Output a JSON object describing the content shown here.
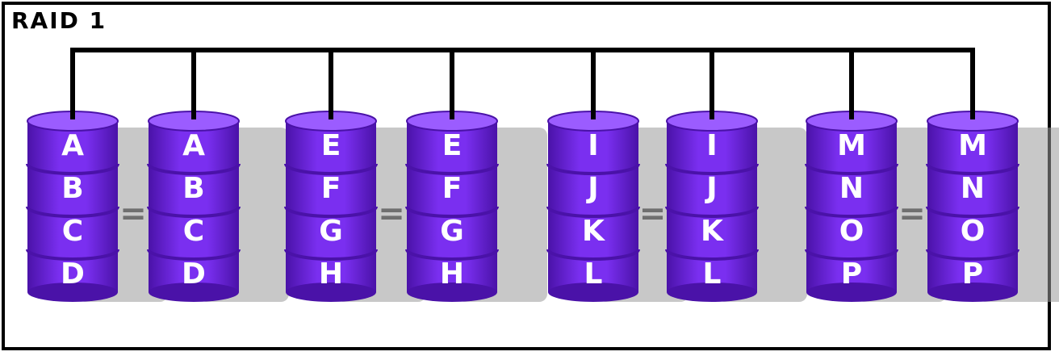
{
  "title": "RAID 1",
  "colors": {
    "disk_body": "#7a2ff0",
    "disk_top": "#9b5cff",
    "disk_edge": "#4a12a8",
    "letter": "#ffffff",
    "connector": "#000000",
    "shadow": "#9a9a9a"
  },
  "equals_symbol": "=",
  "mirror_pairs": [
    {
      "primary": [
        "A",
        "B",
        "C",
        "D"
      ],
      "mirror": [
        "A",
        "B",
        "C",
        "D"
      ]
    },
    {
      "primary": [
        "E",
        "F",
        "G",
        "H"
      ],
      "mirror": [
        "E",
        "F",
        "G",
        "H"
      ]
    },
    {
      "primary": [
        "I",
        "J",
        "K",
        "L"
      ],
      "mirror": [
        "I",
        "J",
        "K",
        "L"
      ]
    },
    {
      "primary": [
        "M",
        "N",
        "O",
        "P"
      ],
      "mirror": [
        "M",
        "N",
        "O",
        "P"
      ]
    }
  ]
}
